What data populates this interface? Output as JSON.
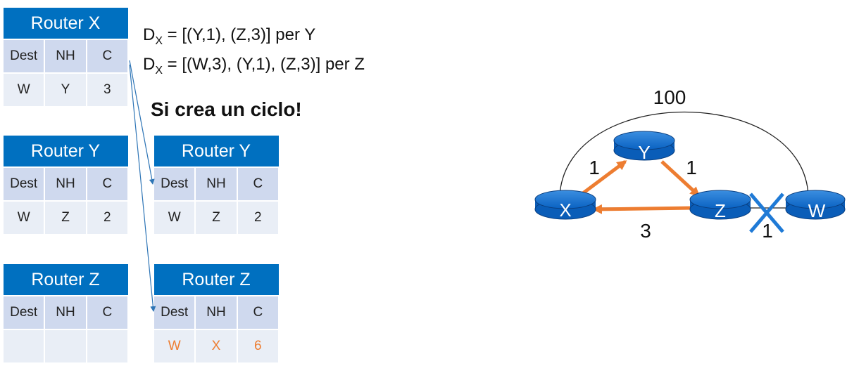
{
  "tables": {
    "router_x": {
      "title": "Router X",
      "headers": [
        "Dest",
        "NH",
        "C"
      ],
      "rows": [
        [
          "W",
          "Y",
          "3"
        ]
      ]
    },
    "router_y": {
      "title": "Router Y",
      "headers": [
        "Dest",
        "NH",
        "C"
      ],
      "rows": [
        [
          "W",
          "Z",
          "2"
        ]
      ]
    },
    "router_z": {
      "title": "Router Z",
      "headers": [
        "Dest",
        "NH",
        "C"
      ],
      "rows": [
        [
          "",
          "",
          ""
        ]
      ]
    },
    "router_y_updated": {
      "title": "Router Y",
      "headers": [
        "Dest",
        "NH",
        "C"
      ],
      "rows": [
        [
          "W",
          "Z",
          "2"
        ]
      ]
    },
    "router_z_updated": {
      "title": "Router Z",
      "headers": [
        "Dest",
        "NH",
        "C"
      ],
      "rows": [
        [
          "W",
          "X",
          "6"
        ]
      ]
    }
  },
  "vectors": {
    "line1": {
      "symbol": "D",
      "sub": "X",
      "rest": " = [(Y,1), (Z,3)] per Y"
    },
    "line2": {
      "symbol": "D",
      "sub": "X",
      "rest": " = [(W,3), (Y,1), (Z,3)] per Z"
    }
  },
  "message": "Si crea un ciclo!",
  "network": {
    "nodes": {
      "x": "X",
      "y": "Y",
      "z": "Z",
      "w": "W"
    },
    "costs": {
      "xy": "1",
      "yz": "1",
      "zx": "3",
      "zw": "1",
      "xw": "100"
    }
  },
  "colors": {
    "router_blue": "#0070C0",
    "header_cell": "#CFD9EE",
    "row_cell": "#E9EEF6",
    "route_orange": "#ED7D31",
    "failed_link_mark": "#1F7AD6"
  }
}
